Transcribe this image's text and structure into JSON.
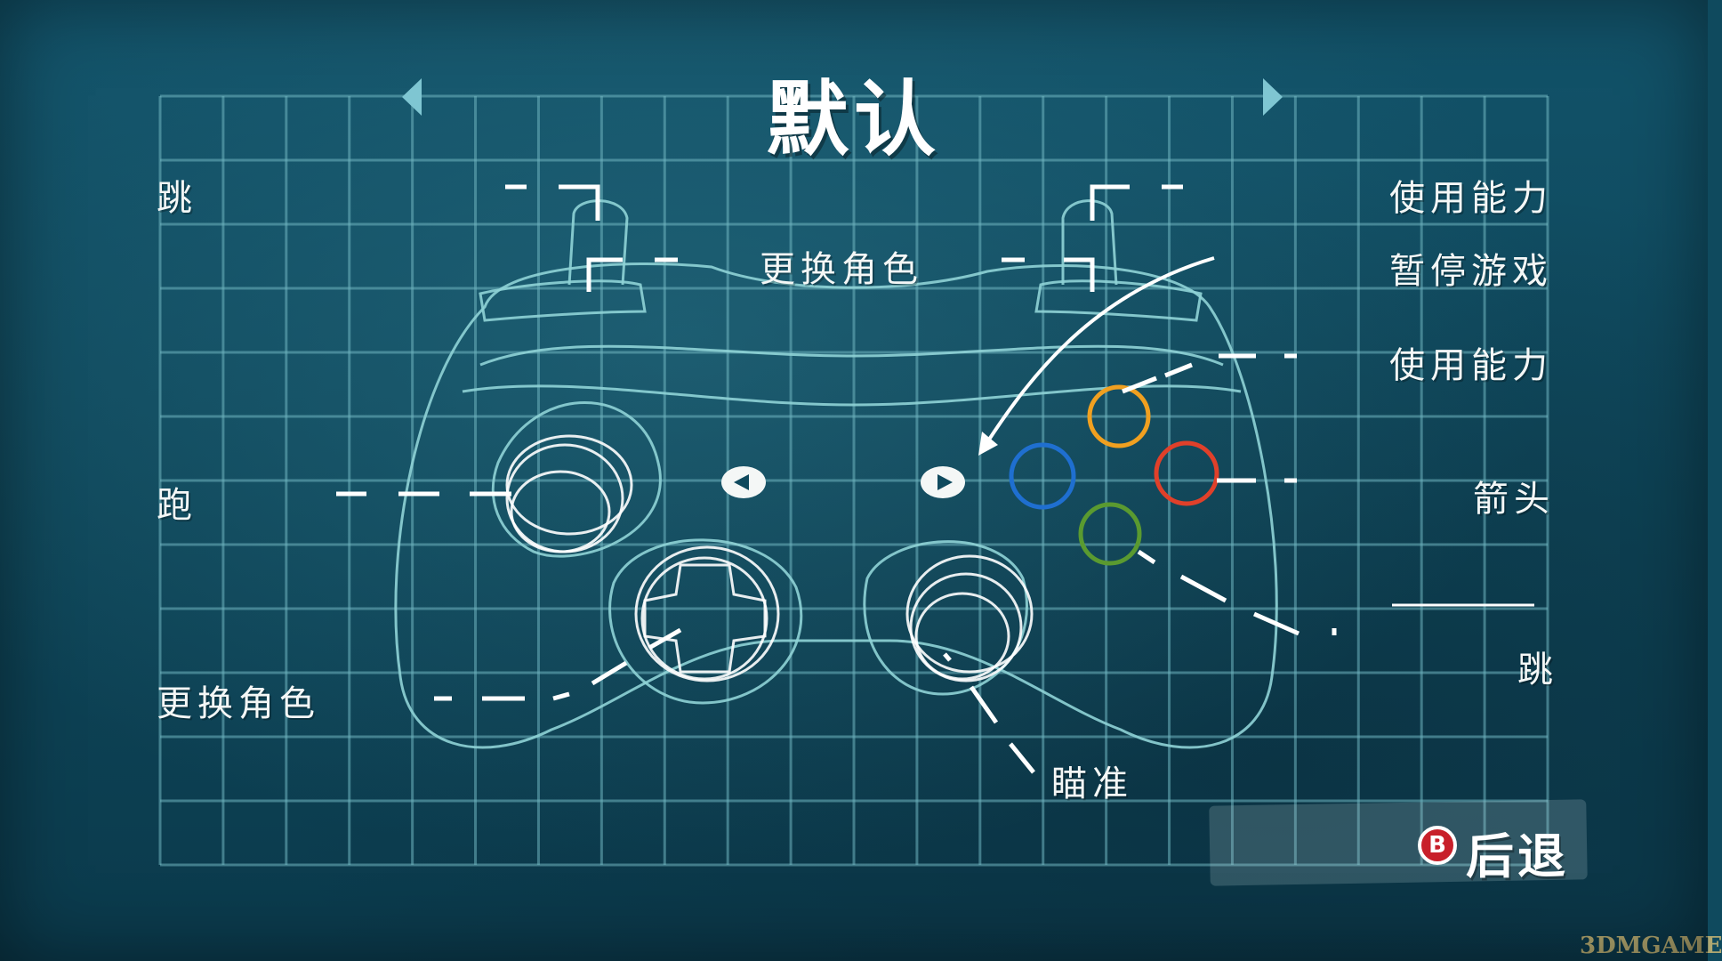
{
  "title": "默认",
  "nav": {
    "prev_icon": "triangle-left",
    "next_icon": "triangle-right"
  },
  "labels": {
    "left_top_jump": "跳",
    "top_center_switch": "更换角色",
    "left_run": "跑",
    "left_switch": "更换角色",
    "right_use_ability_1": "使用能力",
    "right_pause": "暂停游戏",
    "right_use_ability_2": "使用能力",
    "right_arrow": "箭头",
    "right_jump": "跳",
    "aim": "瞄准"
  },
  "back": {
    "badge": "B",
    "label": "后退"
  },
  "watermark": "3DMGAME",
  "colors": {
    "background": "#0f4a5e",
    "grid": "#6fb5c0",
    "controller_outline": "#8fd3d6",
    "button_y": "#f0a020",
    "button_x": "#1f6fd0",
    "button_b": "#e0402a",
    "button_a": "#5a9a30",
    "back_badge": "#c8202a"
  }
}
